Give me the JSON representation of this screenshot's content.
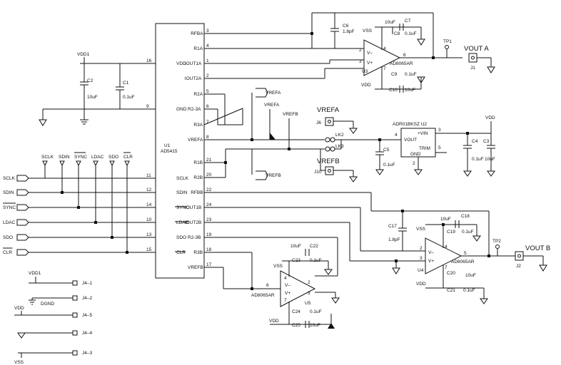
{
  "u1": {
    "ref": "U1",
    "part": "AD5415",
    "left_pins": [
      {
        "num": "16",
        "name": "VDD"
      },
      {
        "num": "9",
        "name": "GND"
      },
      {
        "num": "11",
        "name": "SCLK"
      },
      {
        "num": "12",
        "name": "SDIN"
      },
      {
        "num": "14",
        "name": "SYNC"
      },
      {
        "num": "10",
        "name": "LDAC"
      },
      {
        "num": "13",
        "name": "SDO"
      },
      {
        "num": "15",
        "name": "CLR"
      }
    ],
    "right_pins": [
      {
        "num": "3",
        "name": "RFBA"
      },
      {
        "num": "4",
        "name": "R1A"
      },
      {
        "num": "1",
        "name": "IOUT1A"
      },
      {
        "num": "2",
        "name": "IOUT2A"
      },
      {
        "num": "5",
        "name": "R2A"
      },
      {
        "num": "6",
        "name": "R2-3A"
      },
      {
        "num": "7",
        "name": "R3A"
      },
      {
        "num": "8",
        "name": "VREFA"
      },
      {
        "num": "21",
        "name": "R1B"
      },
      {
        "num": "20",
        "name": "R2B"
      },
      {
        "num": "22",
        "name": "RFBB"
      },
      {
        "num": "24",
        "name": "IOUT1B"
      },
      {
        "num": "23",
        "name": "IOUT2B"
      },
      {
        "num": "19",
        "name": "R2-3B"
      },
      {
        "num": "18",
        "name": "R3B"
      },
      {
        "num": "17",
        "name": "VREFB"
      }
    ]
  },
  "inputs": [
    "SCLK",
    "SDIN",
    "SYNC",
    "LDAC",
    "SDO",
    "CLR"
  ],
  "bus_labels": [
    "SCLK",
    "SDIN",
    "SYNC",
    "LDAC",
    "SDO",
    "CLR"
  ],
  "u3": {
    "ref": "U3",
    "part": "AD8065AR",
    "pins": [
      "2",
      "3",
      "4",
      "6",
      "7"
    ],
    "in_minus": "V–",
    "in_plus": "V+"
  },
  "u4": {
    "ref": "U4",
    "part": "AD8065AR",
    "pins": [
      "2",
      "3",
      "4",
      "5",
      "7"
    ],
    "in_minus": "V–",
    "in_plus": "V+"
  },
  "u5": {
    "ref": "U5",
    "part": "AD8065AR",
    "pins": [
      "6",
      "4",
      "2",
      "3",
      "7"
    ],
    "in_minus": "V–",
    "in_plus": "V+"
  },
  "u2": {
    "ref": "ADR01BKSZ U2",
    "vin": "+VIN",
    "vout": "VOUT",
    "trim": "TRIM",
    "gnd": "GND",
    "pins": [
      "3",
      "4",
      "5",
      "2"
    ]
  },
  "caps": {
    "c2": [
      "C2",
      "10uF"
    ],
    "c1": [
      "C1",
      "0.1uF"
    ],
    "c6": [
      "C6",
      "1.8pF"
    ],
    "c7": [
      "C7",
      "10uF"
    ],
    "c8": [
      "C8",
      "0.1uF"
    ],
    "c9": [
      "C9",
      "0.1uF"
    ],
    "c10": [
      "C10",
      "10uF"
    ],
    "c5": [
      "C5",
      "0.1uF"
    ],
    "c4": [
      "C4",
      "0.1uF"
    ],
    "c3": [
      "C3",
      "10uF"
    ],
    "c17": [
      "C17",
      "1.8pF"
    ],
    "c18": [
      "C18",
      "10uF"
    ],
    "c19": [
      "C19",
      "0.1uF"
    ],
    "c20": [
      "C20",
      "10uF"
    ],
    "c21": [
      "C21",
      "0.1uF"
    ],
    "c22": [
      "C22",
      "10uF"
    ],
    "c23": [
      "C23",
      "0.1uF"
    ],
    "c24": [
      "C24",
      "0.1uF"
    ],
    "c25": [
      "C25",
      "10uF"
    ]
  },
  "rails": {
    "vdd": "VDD",
    "vss": "VSS",
    "vdd1": "VDD1",
    "dgnd": "DGND"
  },
  "vrefa": "VREFA",
  "vrefb": "VREFB",
  "lk2": "LK2",
  "lk3": "LK3",
  "j6": "J6",
  "j10": "J10",
  "vout_a": {
    "label": "VOUT A",
    "tp": "TP1",
    "j": "J1"
  },
  "vout_b": {
    "label": "VOUT B",
    "tp": "TP2",
    "j": "J2"
  },
  "j4": [
    "J4–1",
    "J4–2",
    "J4–5",
    "J4–4",
    "J4–3"
  ]
}
